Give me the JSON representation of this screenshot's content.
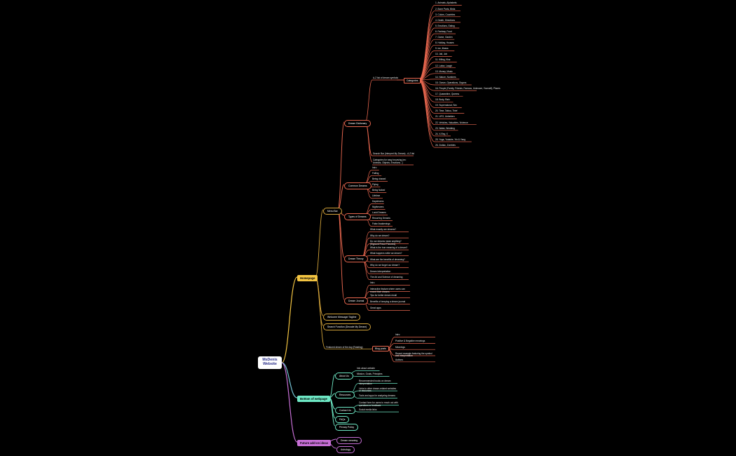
{
  "root": "MsDenis Website",
  "colors": {
    "homepage": "#f4c542",
    "bottom": "#6ee8c5",
    "future": "#c76fd6",
    "dictionary": "#e8674f",
    "section": "#d4a43a"
  },
  "homepage": {
    "label": "Homepage",
    "menu": "Menu Bar",
    "dictionary": {
      "label": "Dream Dictionary",
      "az": "A-Z list of dream symbols",
      "categories_label": "Categories",
      "categories": [
        "1. Animals, Alphabets",
        "2. Bone Parts, Birds",
        "3. Colors, Countries",
        "4. Death, Directions",
        "5. Emotions, Eating",
        "6. Fantasy, Food",
        "7. Game, Garden",
        "8. Holiday, Houses",
        "9. Ice, Illness",
        "10. Jail, Job",
        "11. Killing, Kiss",
        "12. Labor, Laugh",
        "13. Money, Music",
        "14. Nature, Numbers",
        "15. Ocean, Operations, Organs",
        "16. People (Family, Friends, Famous, Unknown, Yourself), Places",
        "17. Quarantine, Queens",
        "18. Body, Rain",
        "19. Supernatural, Sex",
        "20. Time, Tattoo, Thief",
        "21. UFO, Unhelden",
        "22. Vehicles, Valuables, Violence",
        "23. Water, Wedding",
        "24. X-Ray, X",
        "25. Yoga, Youtube, Yin & Yang",
        "26. Zodiac, Zombies"
      ],
      "search": "Search Bar (Interpret My Dream) - A-Z list",
      "categories_note": "Categories for easy browsing (ex: Animals, Objects, Emotions...)"
    },
    "common": {
      "label": "Common Dreams",
      "items": [
        "Intro",
        "Falling",
        "Being chased",
        "Flying",
        "Being Naked",
        "Lifetime"
      ]
    },
    "types": {
      "label": "Types of Dreams",
      "items": [
        "Daydreams",
        "Nightmares",
        "Lucid Dreams",
        "Recurring Dreams",
        "False Awakenings"
      ]
    },
    "theory": {
      "label": "Dream Theory",
      "items": [
        "What exactly are dreams?",
        "Why do we dream?",
        "Do our dreams mean anything? (Signund Freud Theories)",
        "What is the true meaning of a dream?",
        "What happens while we dream?",
        "What are the benefits of dreaming?",
        "Why do we forget our dream?",
        "Dream Interpretation",
        "The Art and Science of dreaming"
      ]
    },
    "journal": {
      "label": "Dream Journal",
      "items": [
        "Intro",
        "Interactive feature where users can record their dreams",
        "Tips for better dream recall",
        "Benefits of keeping a dream journal",
        "Great apps"
      ]
    },
    "welcome": "Welcome Message/ Tagline",
    "search_fn": "Search Function (Decode My Dream)",
    "featured": {
      "label": "Featured dream of the day (Rotating)",
      "blog": "Blog posts",
      "items": [
        "Intro",
        "Positive & Negative meanings",
        "Meanings",
        "Recent example featuring the symbol and interpretation",
        "Authors"
      ]
    }
  },
  "bottom": {
    "label": "Bottom of webpage",
    "about": {
      "label": "About Us",
      "items": [
        "Info about website",
        "Mission, Goals, Principles"
      ]
    },
    "resources": {
      "label": "Resources",
      "items": [
        "Recommended books on dream interpretation",
        "Links to other dream-related websites or resources",
        "Tools and apps for analyzing dreams"
      ]
    },
    "contact": {
      "label": "Contact Us",
      "items": [
        "Contact form for users to reach out with questions or feedback",
        "Social media links"
      ]
    },
    "faqs": "FAQs",
    "privacy": "Privacy Policy"
  },
  "future": {
    "label": "Future add-on ideas",
    "items": [
      "Dream meaning",
      "Astrology"
    ]
  }
}
